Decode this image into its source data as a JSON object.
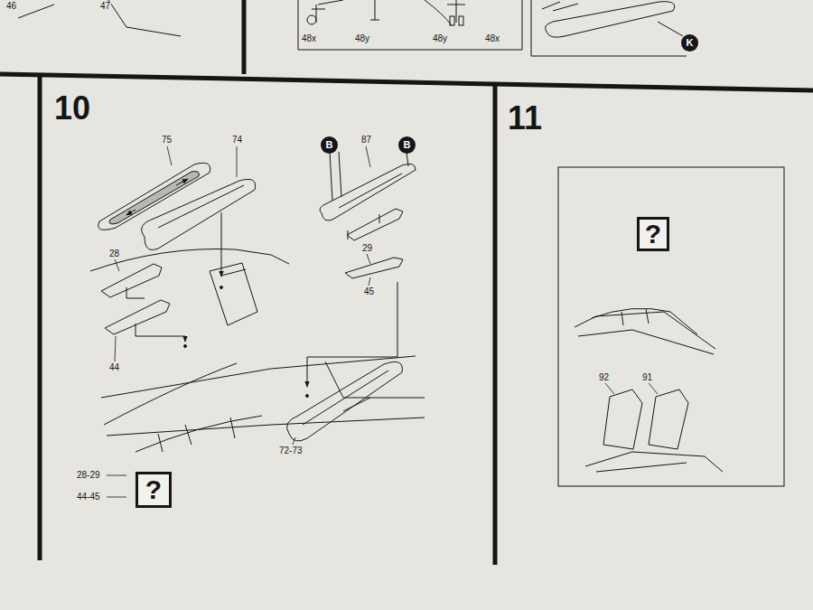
{
  "diagram": {
    "nodes": [
      {
        "text": [
          "10"
        ]
      },
      {
        "text": [
          "?"
        ],
        "in": 0
      },
      {
        "text": [
          "B"
        ],
        "in": 0
      },
      {
        "text": [
          "B"
        ],
        "in": 0
      },
      {
        "text": [
          "11"
        ]
      },
      {
        "text": [
          "?"
        ],
        "in": 4
      },
      {
        "text": [
          "K"
        ]
      }
    ],
    "labels": [
      "46",
      "47",
      "48x",
      "48y",
      "48y",
      "48x",
      "75",
      "74",
      "87",
      "28",
      "29",
      "45",
      "44",
      "72-73",
      "28-29",
      "44-45",
      "92",
      "91"
    ]
  }
}
